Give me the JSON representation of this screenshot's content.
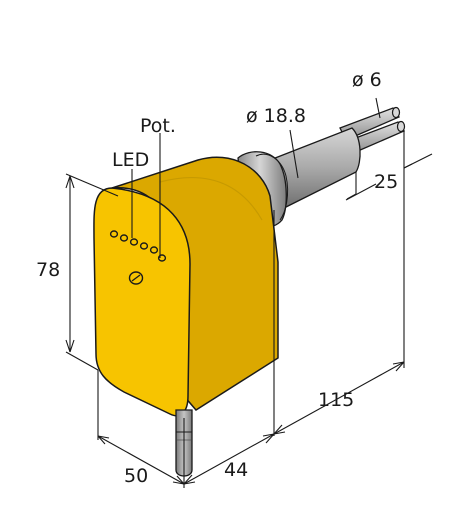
{
  "labels": {
    "led": "LED",
    "pot": "Pot.",
    "height": "78",
    "width": "50",
    "depth": "44",
    "length": "115",
    "cable_offset": "25",
    "tube_diameter": "ø 18.8",
    "probe_diameter": "ø 6"
  },
  "colors": {
    "housing": "#f7c400",
    "housing_shade": "#dba800",
    "tube": "#a9a9a9",
    "probe": "#b5b5b5",
    "cable": "#9a9a9a"
  }
}
